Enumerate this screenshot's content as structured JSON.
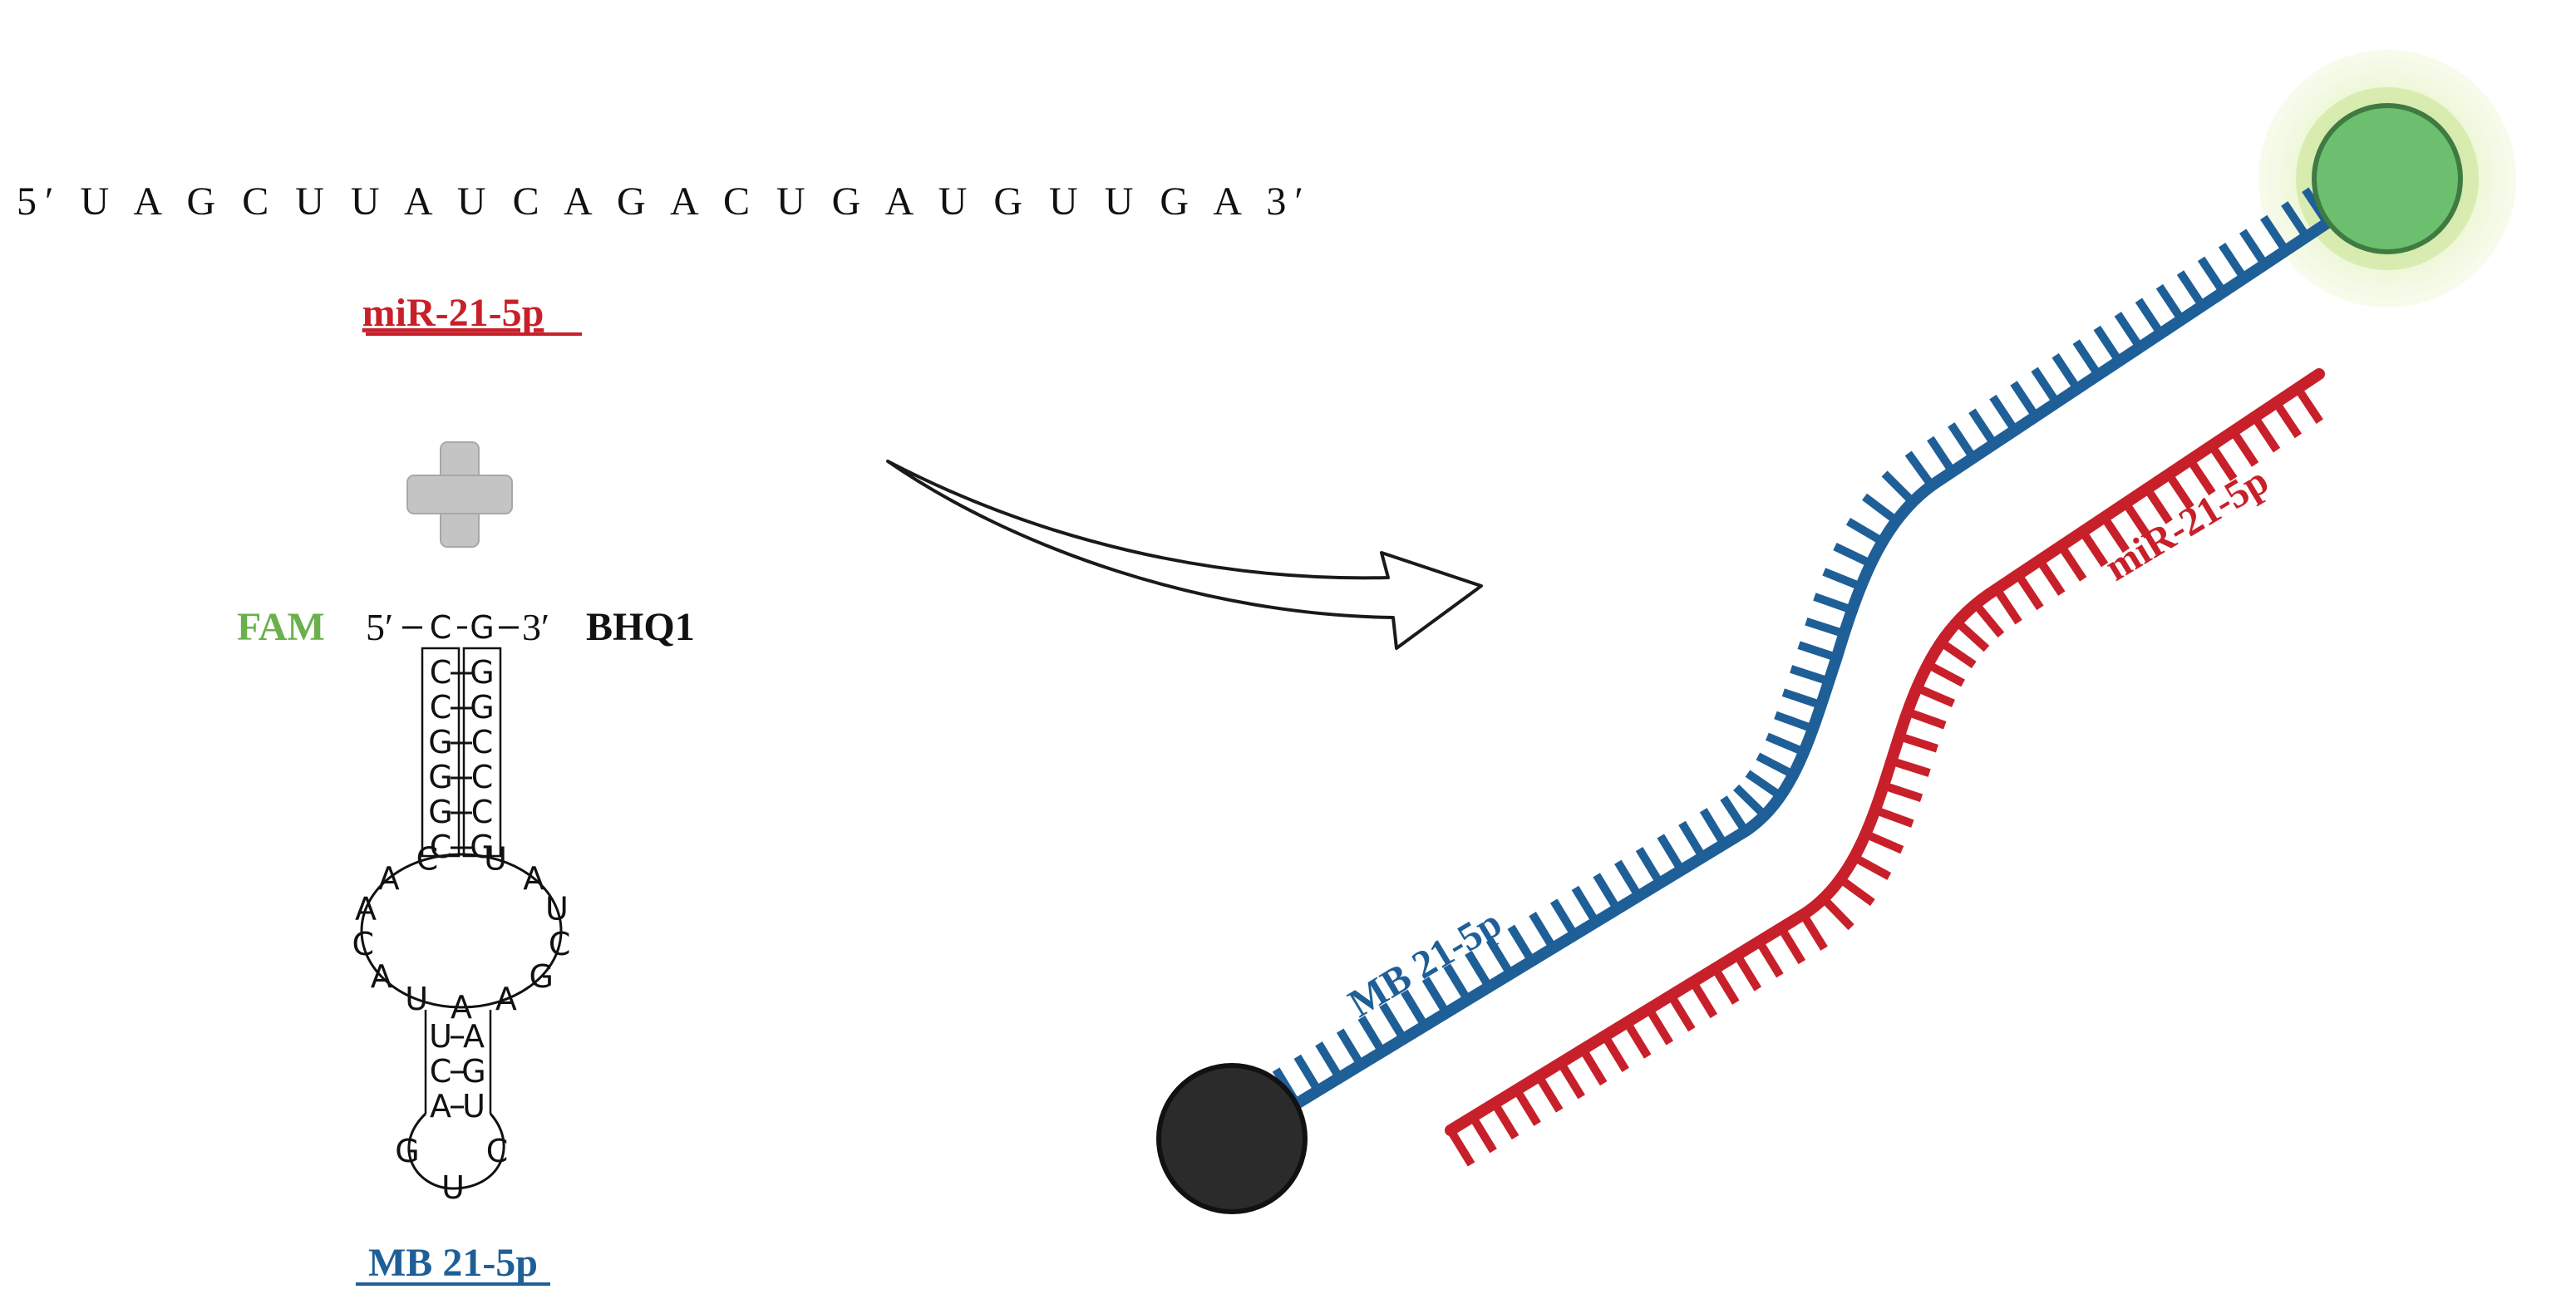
{
  "left_panel": {
    "target_sequence": "5′ U A G C U U A U C A G A C U G A U G U U G A 3′",
    "target_label": "miR-21-5p",
    "plus_symbol": "plus-icon",
    "probe_label": "MB 21-5p",
    "fluorophore_label": "FAM",
    "quencher_label": "BHQ1",
    "five_prime": "5′",
    "three_prime": "3′",
    "stem_left": [
      "C",
      "C",
      "G",
      "G",
      "G",
      "C"
    ],
    "stem_right": [
      "G",
      "G",
      "C",
      "C",
      "C",
      "G"
    ],
    "loop_bases": [
      "U",
      "A",
      "U",
      "C",
      "G",
      "A",
      "A",
      "U",
      "A",
      "C",
      "A",
      "A",
      "C"
    ],
    "lower_stem_left": [
      "U",
      "C",
      "A"
    ],
    "lower_stem_right": [
      "A",
      "G",
      "U"
    ],
    "lower_loop_bases": [
      "G",
      "U",
      "C"
    ]
  },
  "right_panel": {
    "probe_strand_label": "MB 21-5p",
    "target_strand_label": "miR-21-5p"
  },
  "colors": {
    "target_red": "#c8202a",
    "probe_blue": "#1f5f98",
    "fam_green": "#6ab04c",
    "fluor_green": "#6cbf6e",
    "quencher_dark": "#2b2b2b",
    "plus_gray": "#c4c4c4"
  }
}
